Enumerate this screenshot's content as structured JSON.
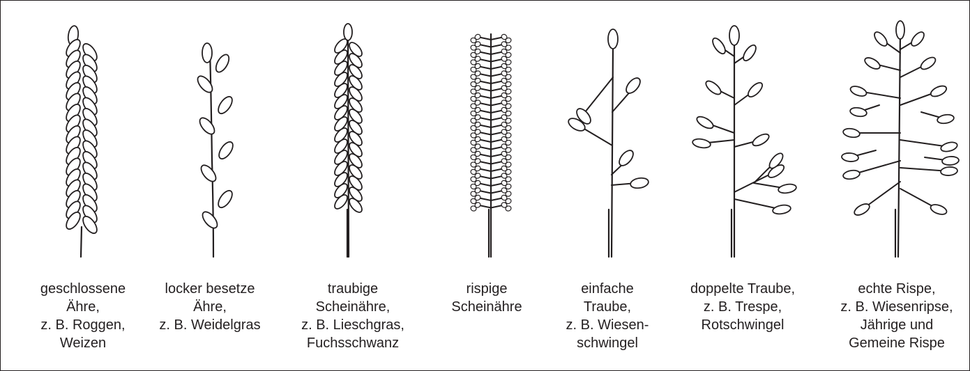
{
  "colors": {
    "ink": "#231f20",
    "background": "#ffffff"
  },
  "inflorescences": [
    {
      "id": "geschlossene-aehre",
      "caption": [
        "geschlossene",
        "Ähre,",
        "z. B. Roggen,",
        "Weizen"
      ]
    },
    {
      "id": "locker-besetzte-aehre",
      "caption": [
        "locker besetze",
        "Ähre,",
        "z. B. Weidelgras"
      ]
    },
    {
      "id": "traubige-scheinaehre",
      "caption": [
        "traubige",
        "Scheinähre,",
        "z. B. Lieschgras,",
        "Fuchsschwanz"
      ]
    },
    {
      "id": "rispige-scheinaehre",
      "caption": [
        "rispige",
        "Scheinähre"
      ]
    },
    {
      "id": "einfache-traube",
      "caption": [
        "einfache",
        "Traube,",
        "z. B. Wiesen-",
        "schwingel"
      ]
    },
    {
      "id": "doppelte-traube",
      "caption": [
        "doppelte Traube,",
        "z. B. Trespe,",
        "Rotschwingel"
      ]
    },
    {
      "id": "echte-rispe",
      "caption": [
        "echte Rispe,",
        "z. B. Wiesenripse,",
        "Jährige und",
        "Gemeine Rispe"
      ]
    }
  ]
}
